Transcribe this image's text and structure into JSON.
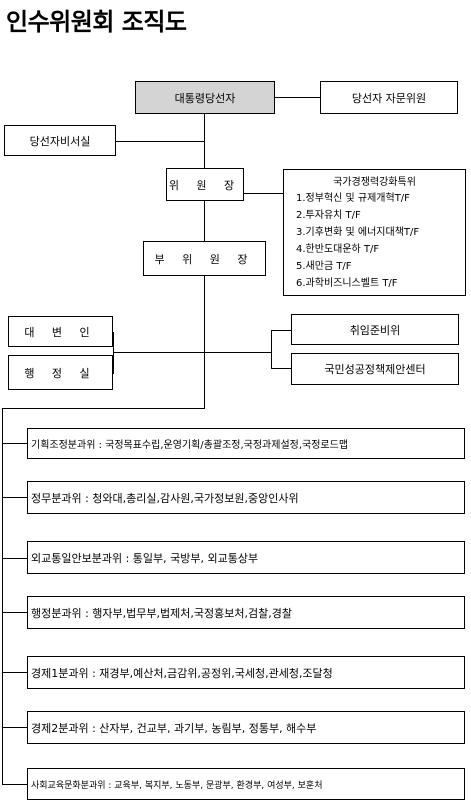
{
  "title": "인수위원회 조직도",
  "top": {
    "president_elect": "대통령당선자",
    "advisory": "당선자 자문위원",
    "secretariat": "당선자비서실",
    "chair": "위 원 장",
    "vice_chair": "부 위 원 장",
    "spokesperson": "대 변 인",
    "admin_office": "행 정 실",
    "inauguration_prep": "취임준비위",
    "people_policy_center": "국민성공정책제안센터"
  },
  "tf": {
    "title": "국가경쟁력강화특위",
    "items": [
      "1.정부혁신 및 규제개혁T/F",
      "2.투자유치 T/F",
      "3.기후변화 및 에너지대책T/F",
      "4.한반도대운하 T/F",
      "5.새만금 T/F",
      "6.과학비즈니스벨트 T/F"
    ]
  },
  "subcommittees": [
    "기획조정분과위 : 국정목표수립,운영기획/총괄조정,국정과제설정,국정로드맵",
    "정무분과위 : 청와대,총리실,감사원,국가정보원,중앙인사위",
    "외교통일안보분과위 : 통일부, 국방부, 외교통상부",
    "행정분과위 : 행자부,법무부,법제처,국정홍보처,검찰,경찰",
    "경제1분과위  : 재경부,예산처,금감위,공정위,국세청,관세청,조달청",
    "경제2분과위 : 산자부, 건교부, 과기부, 농림부, 정통부, 해수부",
    "사회교육문화분과위 : 교육부, 복지부, 노동부, 문광부, 환경부, 여성부, 보훈처"
  ]
}
